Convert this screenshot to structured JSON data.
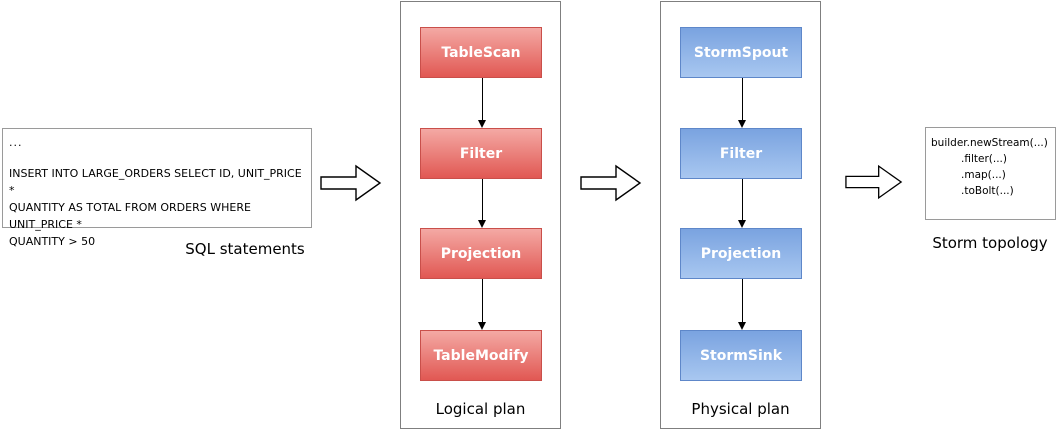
{
  "sql": {
    "lines": [
      "...",
      "INSERT INTO LARGE_ORDERS SELECT ID, UNIT_PRICE *",
      "QUANTITY AS TOTAL FROM ORDERS WHERE UNIT_PRICE *",
      "QUANTITY > 50"
    ],
    "caption": "SQL statements"
  },
  "logical": {
    "caption": "Logical plan",
    "nodes": [
      "TableScan",
      "Filter",
      "Projection",
      "TableModify"
    ]
  },
  "physical": {
    "caption": "Physical plan",
    "nodes": [
      "StormSpout",
      "Filter",
      "Projection",
      "StormSink"
    ]
  },
  "topology": {
    "lines": [
      "builder.newStream(...)",
      ".filter(...)",
      ".map(...)",
      ".toBolt(...)"
    ],
    "caption": "Storm topology"
  },
  "colors": {
    "logical_node_top": "#f4a9a4",
    "logical_node_bottom": "#e15853",
    "logical_node_border": "#c94f4a",
    "physical_node_top": "#7aa3e0",
    "physical_node_bottom": "#a8c7f0",
    "physical_node_border": "#5e87c9"
  }
}
